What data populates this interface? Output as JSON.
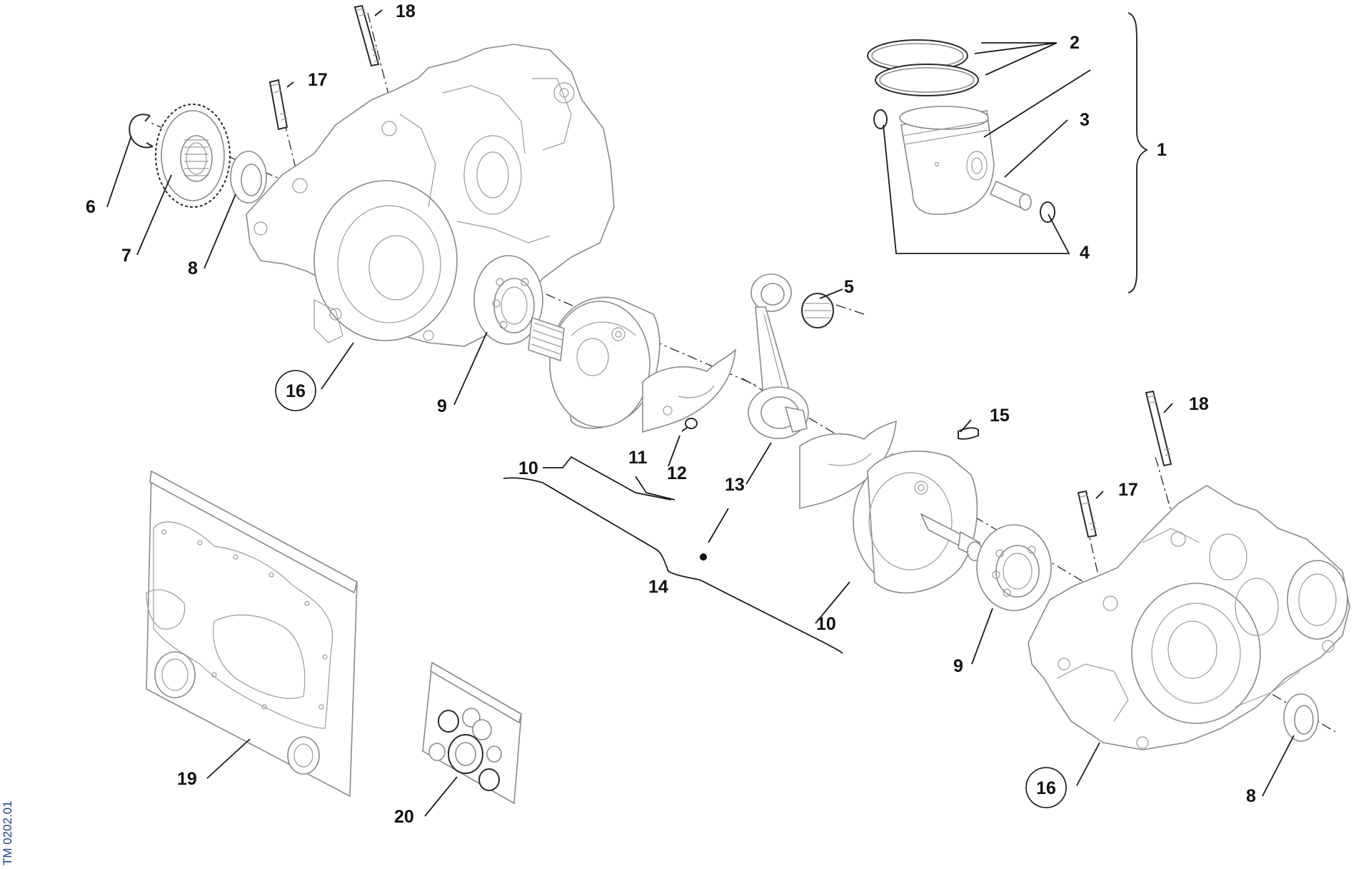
{
  "diagram": {
    "drawing_code": "TM 0202.01",
    "callouts": [
      {
        "id": "c1",
        "label": "1"
      },
      {
        "id": "c2",
        "label": "2"
      },
      {
        "id": "c3",
        "label": "3"
      },
      {
        "id": "c4",
        "label": "4"
      },
      {
        "id": "c5",
        "label": "5"
      },
      {
        "id": "c6",
        "label": "6"
      },
      {
        "id": "c7",
        "label": "7"
      },
      {
        "id": "c8a",
        "label": "8"
      },
      {
        "id": "c8b",
        "label": "8"
      },
      {
        "id": "c9a",
        "label": "9"
      },
      {
        "id": "c9b",
        "label": "9"
      },
      {
        "id": "c10a",
        "label": "10"
      },
      {
        "id": "c10b",
        "label": "10"
      },
      {
        "id": "c11",
        "label": "11"
      },
      {
        "id": "c12",
        "label": "12"
      },
      {
        "id": "c13",
        "label": "13"
      },
      {
        "id": "c14",
        "label": "14"
      },
      {
        "id": "c15",
        "label": "15"
      },
      {
        "id": "c16a",
        "label": "16"
      },
      {
        "id": "c16b",
        "label": "16"
      },
      {
        "id": "c17a",
        "label": "17"
      },
      {
        "id": "c17b",
        "label": "17"
      },
      {
        "id": "c18a",
        "label": "18"
      },
      {
        "id": "c18b",
        "label": "18"
      },
      {
        "id": "c19",
        "label": "19"
      },
      {
        "id": "c20",
        "label": "20"
      }
    ]
  }
}
